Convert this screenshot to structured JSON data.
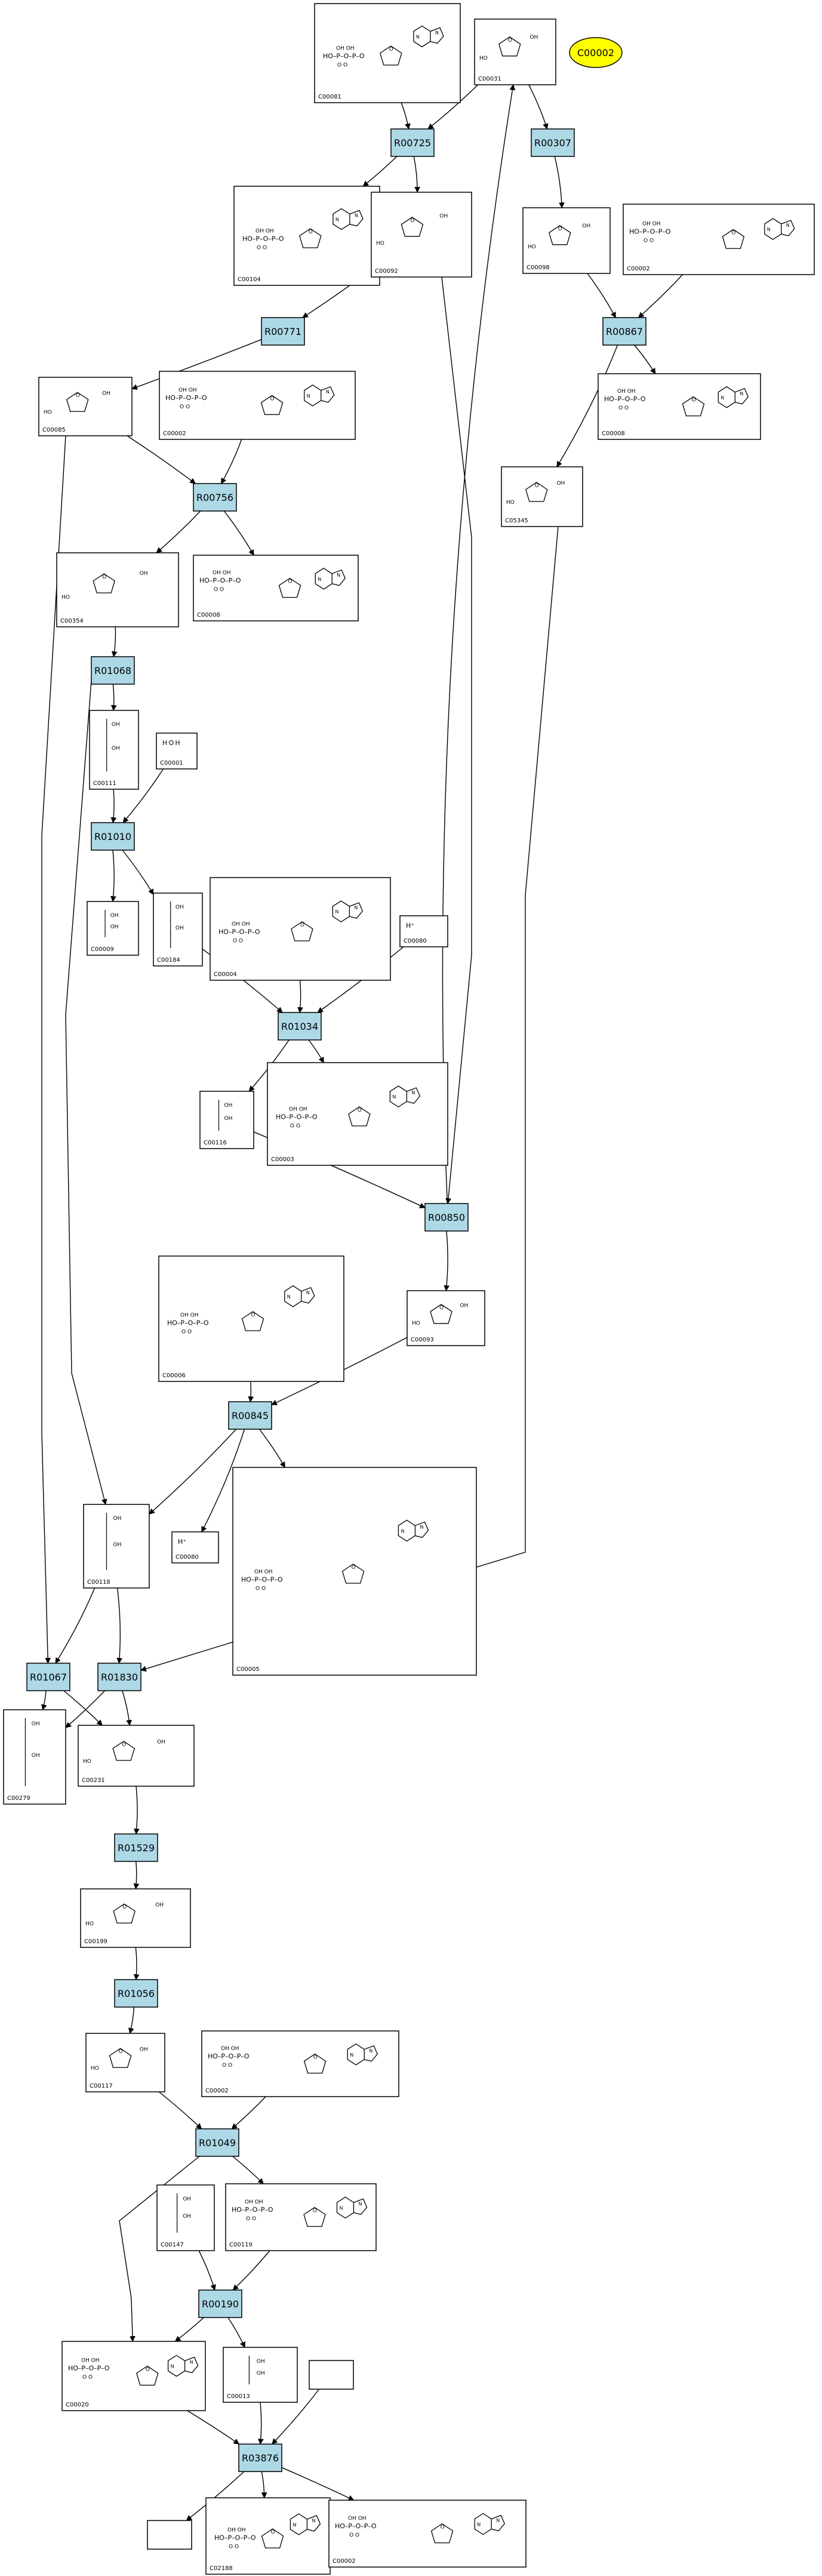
{
  "reactions": [
    {
      "id": "r_R00725",
      "label": "R00725"
    },
    {
      "id": "r_R00307",
      "label": "R00307"
    },
    {
      "id": "r_R00771",
      "label": "R00771"
    },
    {
      "id": "r_R00867",
      "label": "R00867"
    },
    {
      "id": "r_R00756",
      "label": "R00756"
    },
    {
      "id": "r_R01068",
      "label": "R01068"
    },
    {
      "id": "r_R01010",
      "label": "R01010"
    },
    {
      "id": "r_R01034",
      "label": "R01034"
    },
    {
      "id": "r_R00850",
      "label": "R00850"
    },
    {
      "id": "r_R00845",
      "label": "R00845"
    },
    {
      "id": "r_R01067",
      "label": "R01067"
    },
    {
      "id": "r_R01830",
      "label": "R01830"
    },
    {
      "id": "r_R01529",
      "label": "R01529"
    },
    {
      "id": "r_R01056",
      "label": "R01056"
    },
    {
      "id": "r_R01049",
      "label": "R01049"
    },
    {
      "id": "r_R00190",
      "label": "R00190"
    },
    {
      "id": "r_R03876",
      "label": "R03876"
    }
  ],
  "compounds": [
    {
      "id": "c1",
      "label": "C00081"
    },
    {
      "id": "c2",
      "label": "C00031"
    },
    {
      "id": "c3",
      "label": "C00104"
    },
    {
      "id": "c4",
      "label": "C00092"
    },
    {
      "id": "c5",
      "label": "C00098"
    },
    {
      "id": "c6",
      "label": "C00002"
    },
    {
      "id": "c7",
      "label": "C00085"
    },
    {
      "id": "c8",
      "label": "C00002"
    },
    {
      "id": "c9",
      "label": "C00008"
    },
    {
      "id": "c10",
      "label": "C05345"
    },
    {
      "id": "c11",
      "label": "C00354"
    },
    {
      "id": "c12",
      "label": "C00008"
    },
    {
      "id": "c13",
      "label": "C00111"
    },
    {
      "id": "c14",
      "label": "C00001",
      "glyph": "H O H"
    },
    {
      "id": "c15",
      "label": "C00009"
    },
    {
      "id": "c16",
      "label": "C00184"
    },
    {
      "id": "c17",
      "label": "C00004"
    },
    {
      "id": "c18",
      "label": "C00080",
      "glyph": "H⁺"
    },
    {
      "id": "c19",
      "label": "C00116"
    },
    {
      "id": "c20",
      "label": "C00003"
    },
    {
      "id": "c21",
      "label": "C00006"
    },
    {
      "id": "c22",
      "label": "C00093"
    },
    {
      "id": "c23",
      "label": "C00118"
    },
    {
      "id": "c24",
      "label": "C00080",
      "glyph": "H⁺"
    },
    {
      "id": "c25",
      "label": "C00005"
    },
    {
      "id": "c26",
      "label": "C00279"
    },
    {
      "id": "c27",
      "label": "C00231"
    },
    {
      "id": "c28",
      "label": "C00199"
    },
    {
      "id": "c29",
      "label": "C00117"
    },
    {
      "id": "c30",
      "label": "C00002"
    },
    {
      "id": "c31",
      "label": "C00119"
    },
    {
      "id": "c32",
      "label": "C00147"
    },
    {
      "id": "c33",
      "label": "C00020"
    },
    {
      "id": "c34",
      "label": "C00013"
    },
    {
      "id": "c35",
      "label": ""
    },
    {
      "id": "c36",
      "label": ""
    },
    {
      "id": "c37",
      "label": "C02188"
    },
    {
      "id": "c38",
      "label": "C00002"
    }
  ],
  "highlight": {
    "label": "C00002",
    "fill": "#ffff00"
  },
  "colors": {
    "reaction_fill": "#add8e6",
    "stroke": "#000000",
    "background": "#ffffff"
  },
  "edges": [
    [
      "c1",
      "r_R00725"
    ],
    [
      "c2",
      "r_R00725"
    ],
    [
      "r_R00725",
      "c3"
    ],
    [
      "r_R00725",
      "c4"
    ],
    [
      "c2",
      "r_R00307"
    ],
    [
      "r_R00307",
      "c5"
    ],
    [
      "c4",
      "r_R00771"
    ],
    [
      "r_R00771",
      "c7"
    ],
    [
      "c5",
      "r_R00867"
    ],
    [
      "c6",
      "r_R00867"
    ],
    [
      "r_R00867",
      "c9"
    ],
    [
      "r_R00867",
      "c10"
    ],
    [
      "c7",
      "r_R00756"
    ],
    [
      "c8",
      "r_R00756"
    ],
    [
      "r_R00756",
      "c11"
    ],
    [
      "r_R00756",
      "c12"
    ],
    [
      "c11",
      "r_R01068"
    ],
    [
      "r_R01068",
      "c13"
    ],
    [
      "r_R01068",
      "c23"
    ],
    [
      "c13",
      "r_R01010"
    ],
    [
      "c14",
      "r_R01010"
    ],
    [
      "r_R01010",
      "c15"
    ],
    [
      "r_R01010",
      "c16"
    ],
    [
      "c16",
      "r_R01034"
    ],
    [
      "c17",
      "r_R01034"
    ],
    [
      "c18",
      "r_R01034"
    ],
    [
      "r_R01034",
      "c19"
    ],
    [
      "r_R01034",
      "c20"
    ],
    [
      "c19",
      "r_R00850"
    ],
    [
      "c4",
      "r_R00850"
    ],
    [
      "r_R00850",
      "c2"
    ],
    [
      "r_R00850",
      "c22"
    ],
    [
      "c21",
      "r_R00845"
    ],
    [
      "c22",
      "r_R00845"
    ],
    [
      "r_R00845",
      "c23"
    ],
    [
      "r_R00845",
      "c24"
    ],
    [
      "r_R00845",
      "c25"
    ],
    [
      "c7",
      "r_R01067"
    ],
    [
      "c23",
      "r_R01067"
    ],
    [
      "r_R01067",
      "c26"
    ],
    [
      "r_R01067",
      "c27"
    ],
    [
      "c23",
      "r_R01830"
    ],
    [
      "c10",
      "r_R01830"
    ],
    [
      "r_R01830",
      "c26"
    ],
    [
      "r_R01830",
      "c27"
    ],
    [
      "c27",
      "r_R01529"
    ],
    [
      "r_R01529",
      "c28"
    ],
    [
      "c28",
      "r_R01056"
    ],
    [
      "r_R01056",
      "c29"
    ],
    [
      "c29",
      "r_R01049"
    ],
    [
      "c30",
      "r_R01049"
    ],
    [
      "r_R01049",
      "c31"
    ],
    [
      "r_R01049",
      "c33"
    ],
    [
      "c31",
      "r_R00190"
    ],
    [
      "c32",
      "r_R00190"
    ],
    [
      "r_R00190",
      "c33"
    ],
    [
      "r_R00190",
      "c34"
    ],
    [
      "c33",
      "r_R03876"
    ],
    [
      "c34",
      "r_R03876"
    ],
    [
      "c35",
      "r_R03876"
    ],
    [
      "r_R03876",
      "c36"
    ],
    [
      "r_R03876",
      "c37"
    ],
    [
      "r_R03876",
      "c38"
    ]
  ]
}
